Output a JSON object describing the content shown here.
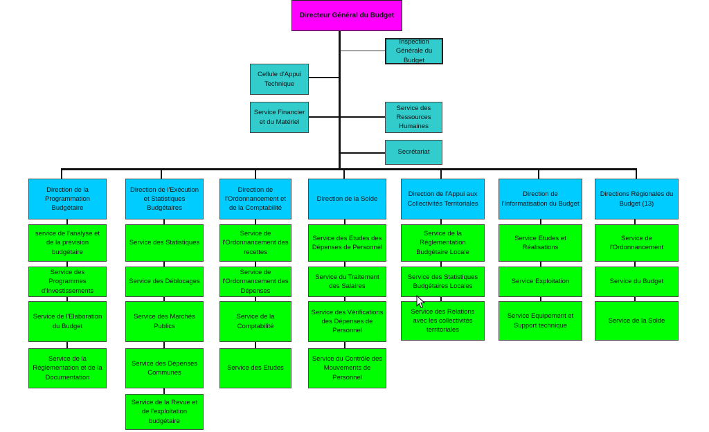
{
  "chart": {
    "top": "Directeur Général du Budget",
    "inspection": "Inspection Générale du Budget",
    "cellule": "Cellule d'Appui Technique",
    "financier": "Service  Financier et du Matériel",
    "rh": "Service des Ressources Humaines",
    "secretariat": "Secrétariat",
    "directions": [
      {
        "title": "Direction de la Programmation Budgétaire",
        "services": [
          "service de l'analyse et de la prévision budgétaire",
          "Service des Programmes d'Investissements",
          "Service de l'Elaboration du Budget",
          "Service de la Réglementation et de la Documentation"
        ]
      },
      {
        "title": "Direction de l'Exécution et Statistiques Budgétaires",
        "services": [
          "Service des Statistiques",
          "Service des Déblocages",
          "Service des Marchés Publics",
          "Service des Dépenses Communes",
          "Service de la Revue et de l'exploitation budgétaire"
        ]
      },
      {
        "title": "Direction de l'Ordonnancement et de la Comptabilité",
        "services": [
          "Service de l'Ordonnancement des recettes",
          "Service de l'Ordonnancement des Dépenses",
          "Service de la Comptabilité",
          "Service des Etudes"
        ]
      },
      {
        "title": "Direction de la Solde",
        "services": [
          "Service des Etudes des Dépenses de Personnel",
          "Service du Traitement des Salaires",
          "Service des Vérifications des Dépenses de Personnel",
          "Service du Contrôle des Mouvements de Personnel"
        ]
      },
      {
        "title": "Direction de l'Appui aux Collectivités Territoriales",
        "services": [
          "Service de la Réglementation Budgétaire Locale",
          "Service des Statistiques Budgétaires Locales",
          "Service des Relations avec les collectivités territoriales"
        ]
      },
      {
        "title": "Direction de l'Informatisation du Budget",
        "services": [
          "Service Etudes et Réalisations",
          "Service Exploitation",
          "Service Equipement et Support technique"
        ]
      },
      {
        "title": "Directions Régionales du Budget (13)",
        "services": [
          "Service de l'Ordonnancement",
          "Service du Budget",
          "Service de la Solde"
        ]
      }
    ]
  }
}
